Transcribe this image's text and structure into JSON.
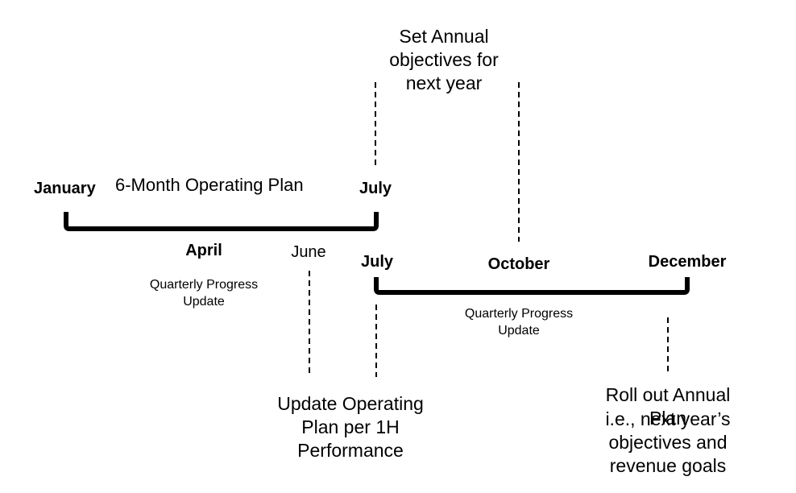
{
  "timeline1": {
    "start_label": "January",
    "end_label": "July",
    "title": "6-Month Operating Plan",
    "milestones": [
      {
        "label": "April",
        "note": "Quarterly Progress\nUpdate"
      },
      {
        "label": "June",
        "note": "Update Operating\nPlan per 1H\nPerformance"
      }
    ]
  },
  "timeline2": {
    "start_label": "July",
    "mid_label": "October",
    "end_label": "December",
    "note": "Quarterly Progress\nUpdate"
  },
  "callouts": {
    "top": "Set Annual\nobjectives for\nnext year",
    "bottom_right_title": "Roll out Annual Plan",
    "bottom_right_body": "i.e., next year’s\nobjectives and\nrevenue goals"
  },
  "colors": {
    "line": "#000000",
    "background": "#ffffff"
  }
}
